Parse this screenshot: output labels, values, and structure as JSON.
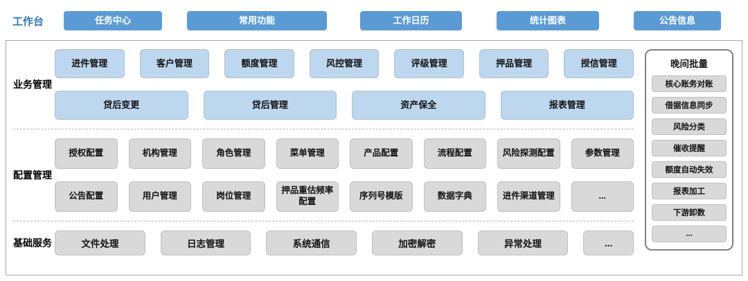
{
  "topbar": {
    "label": "工作台",
    "tabs": [
      "任务中心",
      "常用功能",
      "工作日历",
      "统计图表",
      "公告信息"
    ]
  },
  "sections": {
    "business": {
      "label": "业务管理",
      "row1": [
        "进件管理",
        "客户管理",
        "额度管理",
        "风控管理",
        "评级管理",
        "押品管理",
        "授信管理"
      ],
      "row2": [
        "贷后变更",
        "贷后管理",
        "资产保全",
        "报表管理"
      ]
    },
    "config": {
      "label": "配置管理",
      "row1": [
        "授权配置",
        "机构管理",
        "角色管理",
        "菜单管理",
        "产品配置",
        "流程配置",
        "风险探测配置",
        "参数管理"
      ],
      "row2": [
        "公告配置",
        "用户管理",
        "岗位管理",
        "押品重估频率配置",
        "序列号模版",
        "数据字典",
        "进件渠道管理",
        "..."
      ]
    },
    "basic": {
      "label": "基础服务",
      "items": [
        "文件处理",
        "日志管理",
        "系统通信",
        "加密解密",
        "异常处理",
        "..."
      ]
    }
  },
  "batch": {
    "title": "晚间批量",
    "items": [
      "核心账务对账",
      "借据信息同步",
      "风险分类",
      "催收提醒",
      "额度自动失效",
      "报表加工",
      "下游卸数",
      "..."
    ]
  },
  "colors": {
    "primary_blue": "#5B9BD5",
    "light_blue": "#BDD7EE",
    "gray": "#D9D9D9",
    "label_blue": "#2E75B6"
  }
}
